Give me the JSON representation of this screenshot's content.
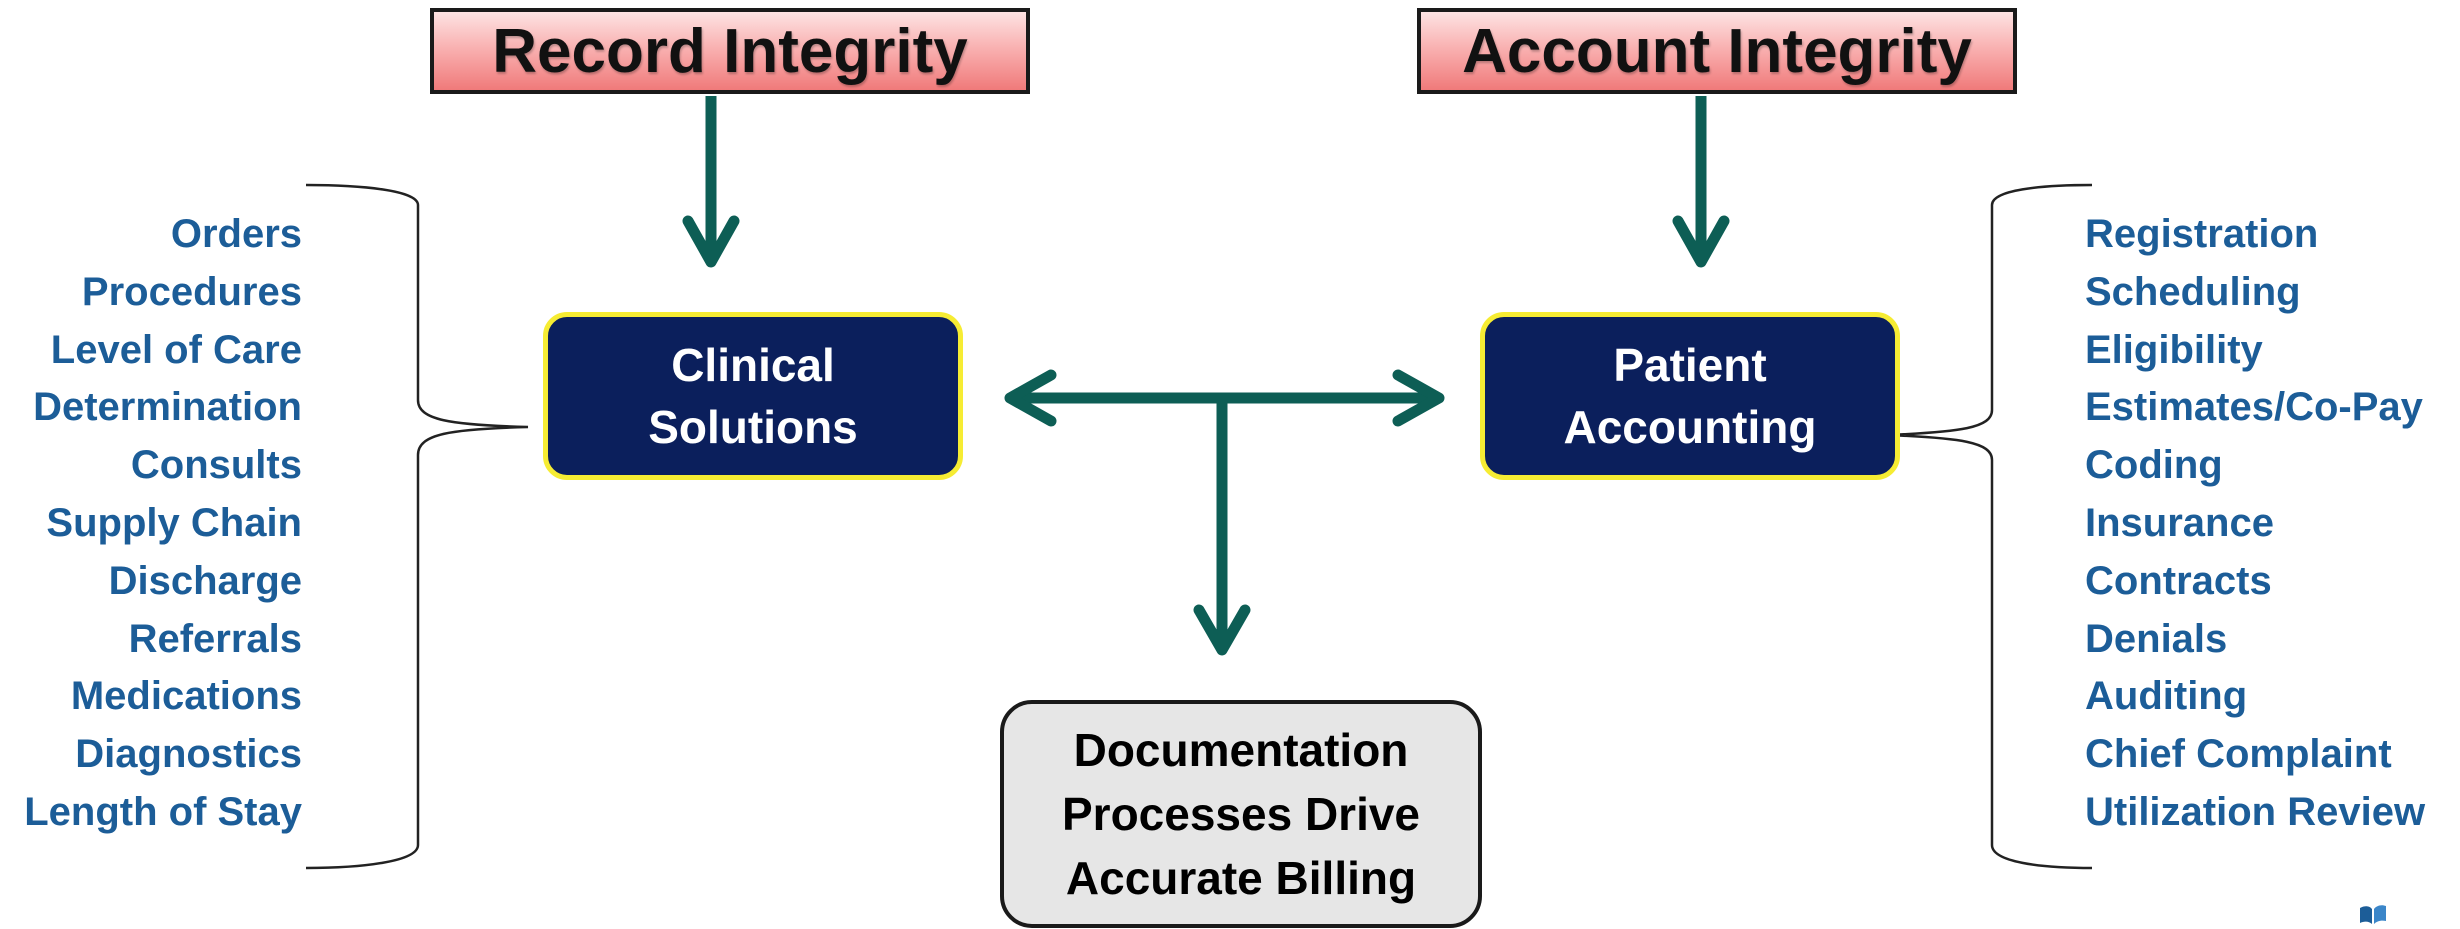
{
  "headers": {
    "record": "Record Integrity",
    "account": "Account Integrity"
  },
  "center": {
    "clinical": {
      "line1": "Clinical",
      "line2": "Solutions"
    },
    "patient": {
      "line1": "Patient",
      "line2": "Accounting"
    }
  },
  "bottom": {
    "line1": "Documentation",
    "line2": "Processes Drive",
    "line3": "Accurate Billing"
  },
  "left_items": [
    "Orders",
    "Procedures",
    "Level of Care",
    "Determination",
    "Consults",
    "Supply Chain",
    "Discharge",
    "Referrals",
    "Medications",
    "Diagnostics",
    "Length of Stay"
  ],
  "right_items": [
    "Registration",
    "Scheduling",
    "Eligibility",
    "Estimates/Co-Pay",
    "Coding",
    "Insurance",
    "Contracts",
    "Denials",
    "Auditing",
    "Chief Complaint",
    "Utilization Review"
  ],
  "colors": {
    "arrow": "#0d5e55",
    "list_text": "#1c5d98",
    "center_fill": "#0b1f5c",
    "center_border": "#f6ec33",
    "header_fill": "#f9b2b2",
    "bottom_fill": "#e6e6e6"
  },
  "icons": {
    "arrows": "teal-arrow",
    "braces": "curly-brace",
    "logo": "blue-book-logo"
  }
}
